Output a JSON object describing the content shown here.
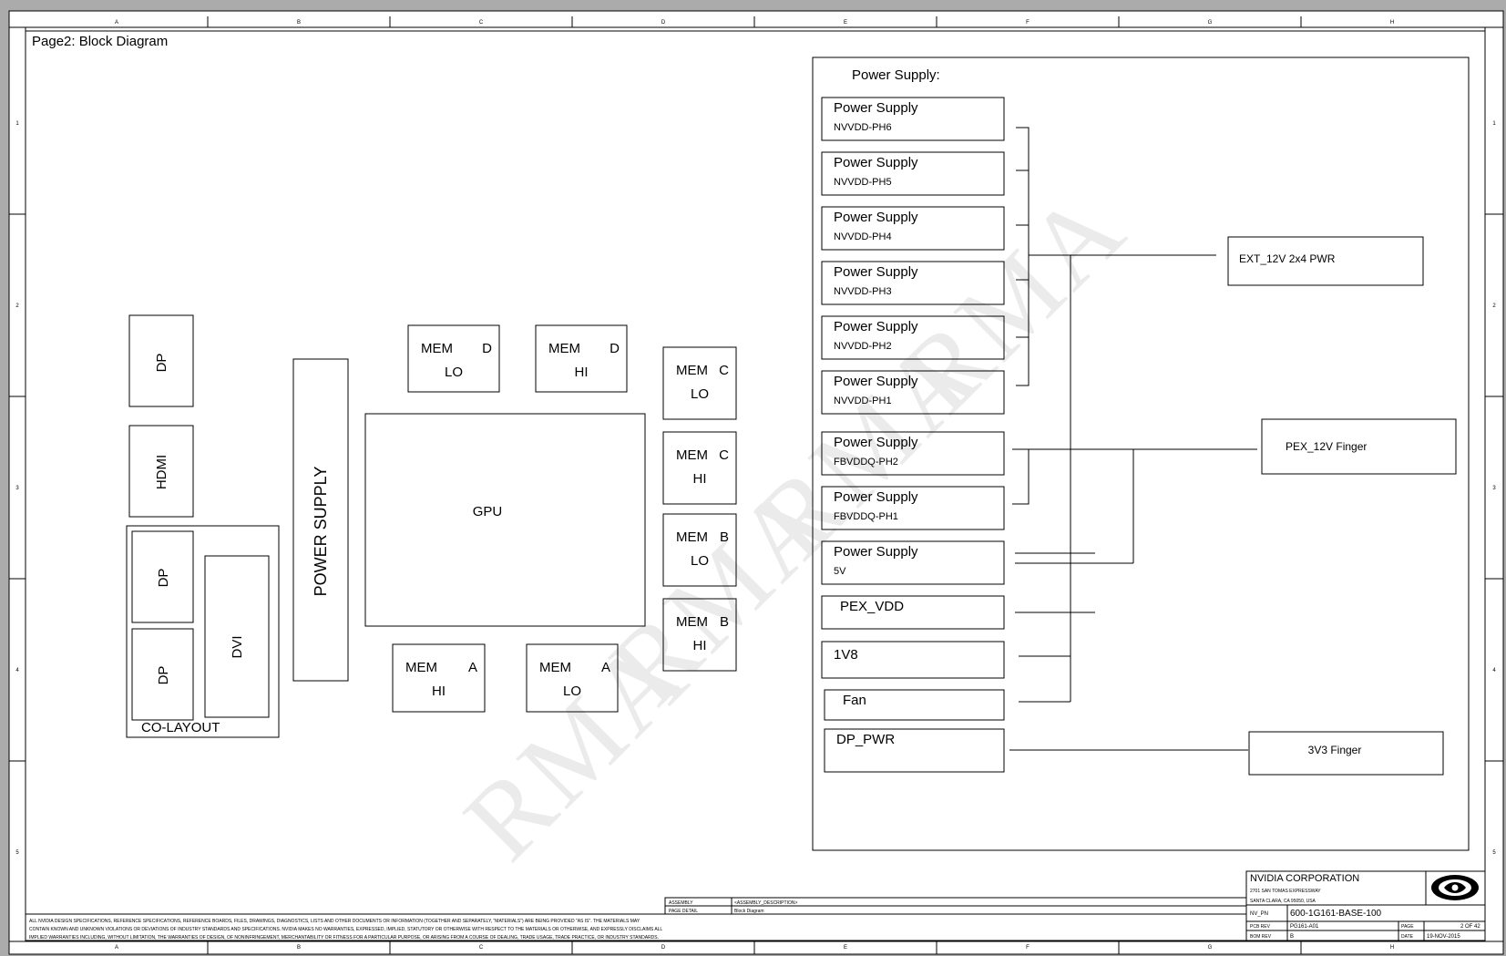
{
  "page_title": "Page2: Block Diagram",
  "watermark": "RMA",
  "column_letters": [
    "A",
    "B",
    "C",
    "D",
    "E",
    "F",
    "G",
    "H"
  ],
  "row_numbers": [
    "1",
    "2",
    "3",
    "4",
    "5"
  ],
  "left_blocks": {
    "dp_top": "DP",
    "hdmi": "HDMI",
    "dp_co1": "DP",
    "dp_co2": "DP",
    "dvi": "DVI",
    "co_layout": "CO-LAYOUT",
    "power_supply": "POWER SUPPLY",
    "gpu": "GPU"
  },
  "memory": [
    {
      "l1": "MEM",
      "ch": "D",
      "l2": "LO"
    },
    {
      "l1": "MEM",
      "ch": "D",
      "l2": "HI"
    },
    {
      "l1": "MEM",
      "ch": "C",
      "l2": "LO"
    },
    {
      "l1": "MEM",
      "ch": "C",
      "l2": "HI"
    },
    {
      "l1": "MEM",
      "ch": "B",
      "l2": "LO"
    },
    {
      "l1": "MEM",
      "ch": "B",
      "l2": "HI"
    },
    {
      "l1": "MEM",
      "ch": "A",
      "l2": "HI"
    },
    {
      "l1": "MEM",
      "ch": "A",
      "l2": "LO"
    }
  ],
  "power": {
    "section_title": "Power Supply:",
    "supplies": [
      {
        "title": "Power Supply",
        "rail": "NVVDD-PH6"
      },
      {
        "title": "Power Supply",
        "rail": "NVVDD-PH5"
      },
      {
        "title": "Power Supply",
        "rail": "NVVDD-PH4"
      },
      {
        "title": "Power Supply",
        "rail": "NVVDD-PH3"
      },
      {
        "title": "Power Supply",
        "rail": "NVVDD-PH2"
      },
      {
        "title": "Power Supply",
        "rail": "NVVDD-PH1"
      },
      {
        "title": "Power Supply",
        "rail": "FBVDDQ-PH2"
      },
      {
        "title": "Power Supply",
        "rail": "FBVDDQ-PH1"
      },
      {
        "title": "Power Supply",
        "rail": "5V"
      }
    ],
    "others": [
      "PEX_VDD",
      "1V8",
      "Fan",
      "DP_PWR"
    ],
    "sources": {
      "ext": "EXT_12V 2x4 PWR",
      "pex": "PEX_12V Finger",
      "v33": "3V3 Finger"
    }
  },
  "title_block": {
    "company": "NVIDIA CORPORATION",
    "address1": "2701 SAN TOMAS EXPRESSWAY",
    "address2": "SANTA CLARA, CA 95050, USA",
    "nv_pn_label": "NV_PN",
    "nv_pn": "600-1G161-BASE-100",
    "pcb_rev_label": "PCB REV",
    "pcb_rev": "PG161-A01",
    "bom_rev_label": "BOM REV",
    "bom_rev": "B",
    "page_label": "PAGE",
    "page": "2 OF 42",
    "date_label": "DATE",
    "date": "19-NOV-2015",
    "assembly_label": "ASSEMBLY",
    "assembly_value": "<ASSEMBLY_DESCRIPTION>",
    "page_detail_label": "PAGE DETAIL",
    "page_detail_value": "Block Diagram"
  },
  "disclaimer": [
    "ALL NVIDIA DESIGN SPECIFICATIONS, REFERENCE SPECIFICATIONS, REFERENCE BOARDS, FILES, DRAWINGS, DIAGNOSTICS, LISTS AND OTHER DOCUMENTS OR INFORMATION (TOGETHER AND SEPARATELY, \"MATERIALS\") ARE BEING PROVIDED \"AS IS\". THE MATERIALS MAY",
    "CONTAIN KNOWN AND UNKNOWN VIOLATIONS OR DEVIATIONS OF INDUSTRY STANDARDS AND SPECIFICATIONS. NVIDIA MAKES NO WARRANTIES, EXPRESSED, IMPLIED, STATUTORY OR OTHERWISE WITH RESPECT TO THE MATERIALS OR OTHERWISE, AND EXPRESSLY DISCLAIMS ALL",
    "IMPLIED WARRANTIES INCLUDING, WITHOUT LIMITATION, THE WARRANTIES OF DESIGN, OF NONINFRINGEMENT, MERCHANTABILITY OR FITNESS FOR A PARTICULAR PURPOSE, OR ARISING FROM A COURSE OF DEALING, TRADE USAGE, TRADE PRACTICE, OR INDUSTRY STANDARDS."
  ]
}
